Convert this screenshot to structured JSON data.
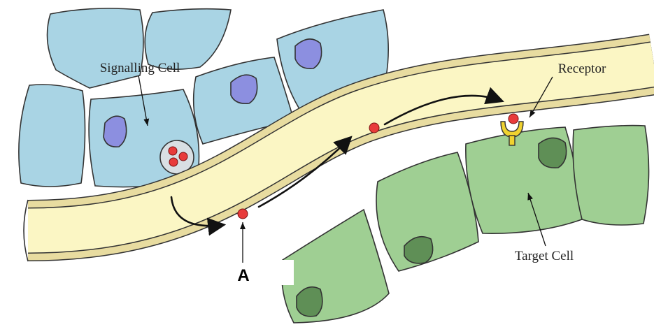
{
  "labels": {
    "signalling_cell": "Signalling Cell",
    "receptor": "Receptor",
    "target_cell": "Target Cell",
    "marker": "A"
  },
  "colors": {
    "signalling_cell_fill": "#a9d4e4",
    "nucleus_blue": "#8c8fe0",
    "target_cell_fill": "#9fcf93",
    "nucleus_green": "#5f8f56",
    "vessel_fill": "#fbf6c4",
    "vessel_wall": "#e8dca0",
    "molecule": "#e83b3b",
    "receptor": "#f0d230",
    "outline": "#333333"
  },
  "icons": {
    "molecule": "red-circle",
    "receptor": "y-shaped-receptor",
    "flow_arrow": "curved-black-arrow"
  }
}
